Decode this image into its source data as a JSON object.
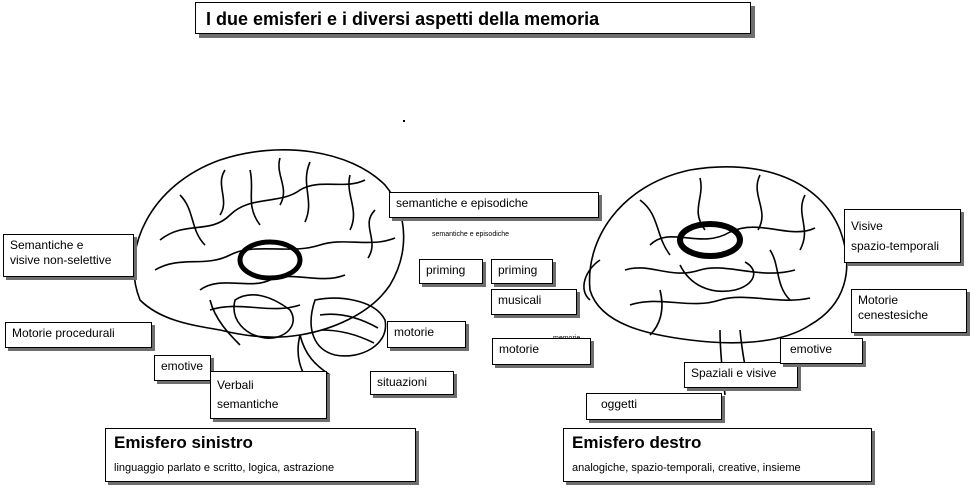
{
  "title": "I due emisferi e i diversi aspetti della memoria",
  "left": {
    "heading": "Emisfero sinistro",
    "description": "linguaggio parlato  e scritto, logica, astrazione",
    "labels": {
      "semantiche_line1": "Semantiche e",
      "semantiche_line2": "visive non-selettive",
      "motorie_procedurali": "Motorie procedurali",
      "emotive": "emotive",
      "verbali_line1": "Verbali",
      "verbali_line2": "semantiche",
      "situazioni": "situazioni",
      "motorie": "motorie",
      "priming": "priming",
      "semantiche_episodiche": "semantiche e episodiche"
    }
  },
  "right": {
    "heading": "Emisfero destro",
    "description": "analogiche, spazio-temporali, creative, insieme",
    "labels": {
      "priming": "priming",
      "musicali": "musicali",
      "motorie": "motorie",
      "oggetti": "oggetti",
      "spaziali_visive": "Spaziali e visive",
      "emotive": "emotive",
      "motorie_cenestesiche_line1": "Motorie",
      "motorie_cenestesiche_line2": "cenestesiche",
      "visive_line1": "Visive",
      "visive_line2": "spazio-temporali"
    }
  },
  "brain_texts": {
    "semantiche_e_episodiche_small": "semantiche e episodiche",
    "memorie_small": "memorie"
  }
}
